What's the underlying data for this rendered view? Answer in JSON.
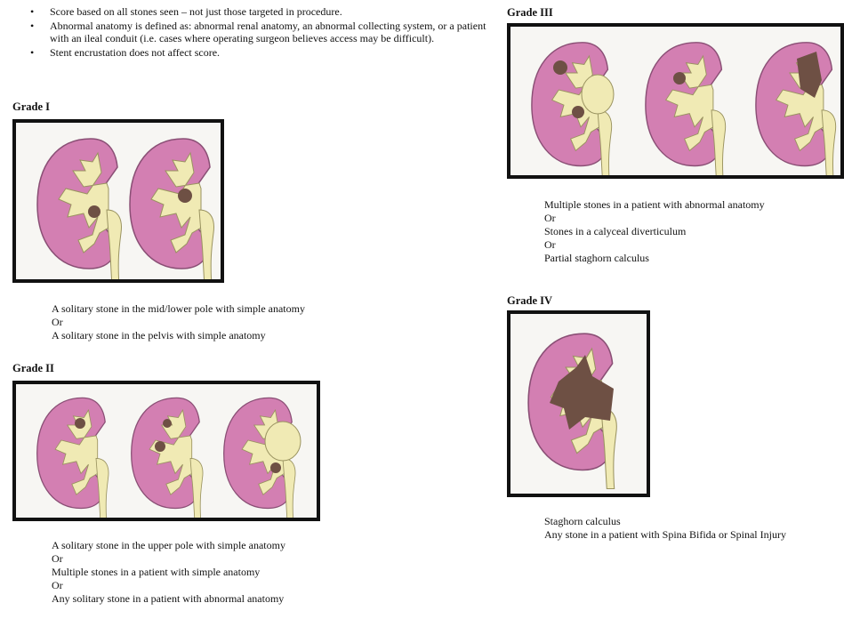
{
  "notes": [
    "Score based on all stones seen – not just those targeted in procedure.",
    "Abnormal anatomy is defined as: abnormal renal anatomy, an abnormal collecting system, or a patient with an ileal conduit (i.e. cases where operating surgeon believes access may be difficult).",
    "Stent encrustation does not affect score."
  ],
  "grades": {
    "g1": {
      "title": "Grade I",
      "lines": [
        "A solitary stone in the mid/lower pole with simple anatomy",
        "Or",
        "A solitary stone in the pelvis with simple anatomy"
      ]
    },
    "g2": {
      "title": "Grade II",
      "lines": [
        "A solitary stone in the upper pole with simple anatomy",
        "Or",
        "Multiple stones in a patient with simple anatomy",
        "Or",
        "Any solitary stone in a patient with abnormal anatomy"
      ]
    },
    "g3": {
      "title": "Grade III",
      "lines": [
        "Multiple stones in a patient with abnormal anatomy",
        "Or",
        "Stones in a calyceal diverticulum",
        "Or",
        "Partial staghorn calculus"
      ]
    },
    "g4": {
      "title": "Grade IV",
      "lines": [
        "Staghorn calculus",
        "Any stone in a patient with Spina Bifida or Spinal Injury"
      ]
    }
  },
  "colors": {
    "kidney": "#d37fb2",
    "kidney_inner": "#f0eab4",
    "stone": "#6e5044",
    "frame": "#111111"
  }
}
